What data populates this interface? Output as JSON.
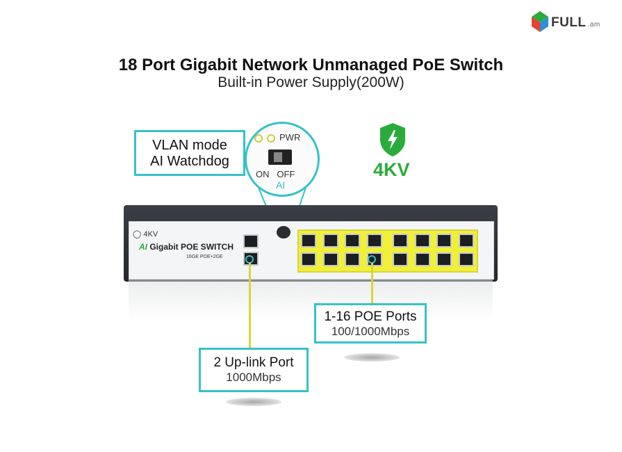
{
  "header": {
    "title": "18 Port Gigabit Network Unmanaged PoE Switch",
    "subtitle": "Built-in Power Supply(200W)"
  },
  "logo": {
    "name": "FULL",
    "suffix": ".am"
  },
  "callouts": {
    "vlan": {
      "line1": "VLAN mode",
      "line2": "AI Watchdog"
    },
    "poe": {
      "line1": "1-16 POE Ports",
      "line2": "100/1000Mbps"
    },
    "uplink": {
      "line1": "2 Up-link Port",
      "line2": "1000Mbps"
    }
  },
  "zoom": {
    "led_label": "PWR",
    "on": "ON",
    "off": "OFF",
    "ai": "AI"
  },
  "badge": {
    "label": "4KV",
    "color": "#2bab3c",
    "icon": "lightning-shield-icon"
  },
  "device": {
    "brand": "4KV",
    "model_prefix": "AI",
    "model": "Gigabit POE SWITCH",
    "spec": "16GE POE+2GE"
  },
  "colors": {
    "accent": "#35c2c8",
    "poe_highlight": "#f0ef39"
  }
}
